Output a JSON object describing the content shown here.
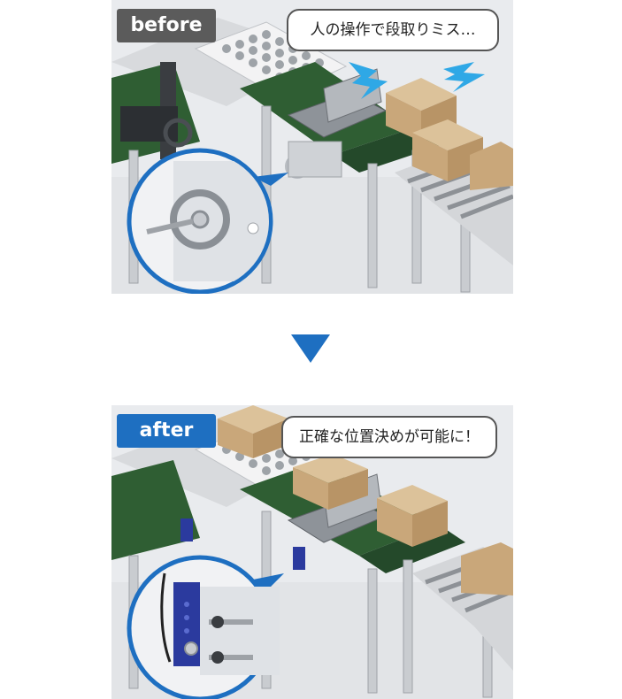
{
  "before": {
    "label": "before",
    "speech": "人の操作で段取りミス…"
  },
  "after": {
    "label": "after",
    "speech": "正確な位置決めが可能に！"
  },
  "colors": {
    "before_tag": "#5b5b5b",
    "after_tag": "#1e6fc1",
    "arrow": "#1e6fc1",
    "belt": "#2f5e33",
    "box": "#c9a77a",
    "lightning": "#2fa8e6",
    "sensor": "#2b3a9e"
  },
  "icons": {
    "transition": "down-triangle-icon",
    "alert": "lightning-icon"
  }
}
